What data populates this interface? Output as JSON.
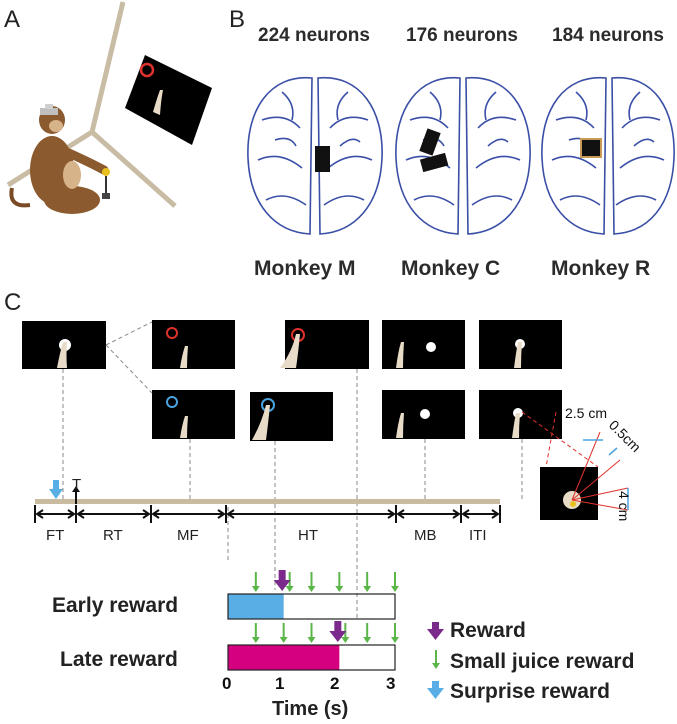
{
  "panels": {
    "a": "A",
    "b": "B",
    "c": "C"
  },
  "panel_b": {
    "neuron_counts": [
      "224 neurons",
      "176 neurons",
      "184 neurons"
    ],
    "monkeys": [
      "Monkey M",
      "Monkey C",
      "Monkey R"
    ],
    "brain_outline_color": "#3a4fa6",
    "recording_site_color": "#111111"
  },
  "panel_c": {
    "task_marker": "T",
    "phases": [
      "FT",
      "RT",
      "MF",
      "HT",
      "MB",
      "ITI"
    ],
    "dimensions": {
      "cursor_offset": "2.5 cm",
      "target_radius": "0.5cm",
      "target_height": "4 cm"
    },
    "conditions": [
      "Early reward",
      "Late reward"
    ],
    "time_axis": {
      "ticks": [
        "0",
        "1",
        "2",
        "3"
      ],
      "label": "Time (s)",
      "range": [
        0,
        3
      ]
    },
    "reward_timing": {
      "early_reward_s": 1.0,
      "late_reward_s": 2.0,
      "small_juice_times_s": [
        0.5,
        1.0,
        1.5,
        2.0,
        2.5,
        3.0
      ]
    },
    "legend": {
      "reward": "Reward",
      "small_juice": "Small juice reward",
      "surprise": "Surprise reward"
    },
    "colors": {
      "early_fill": "#5aaee6",
      "late_fill": "#d4007f",
      "reward_arrow": "#7b2a8c",
      "small_juice_arrow": "#5bb64a",
      "surprise_arrow": "#5aaee6",
      "timeline_bar": "#c8bba0",
      "red_target": "#e0322d",
      "blue_target": "#4aa3df"
    }
  }
}
